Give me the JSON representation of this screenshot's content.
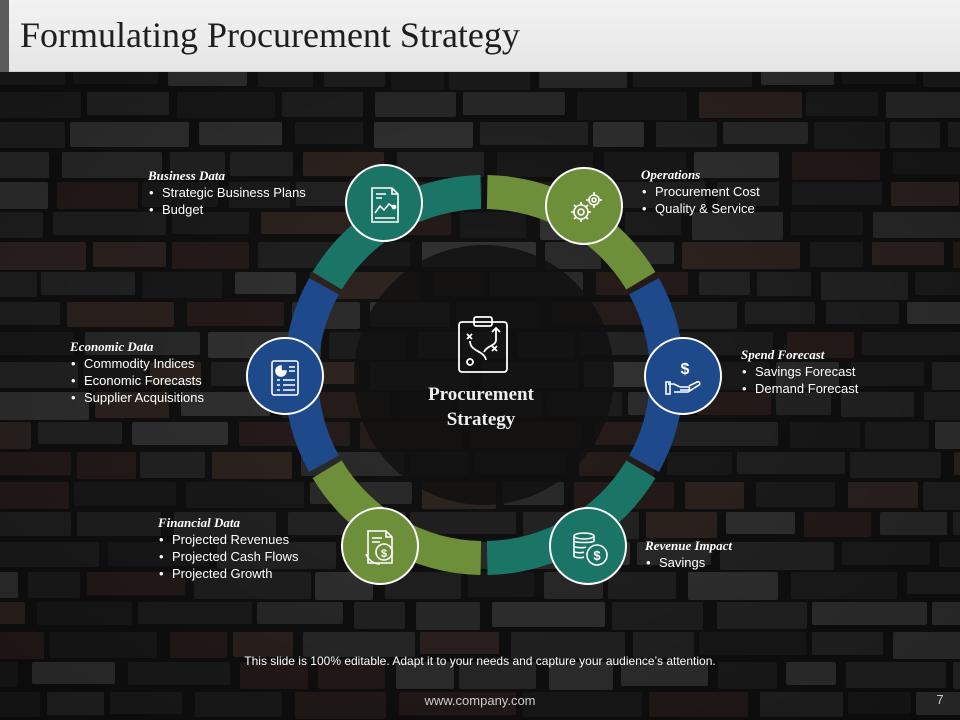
{
  "slide": {
    "title": "Formulating Procurement Strategy",
    "center_label_line1": "Procurement",
    "center_label_line2": "Strategy",
    "footer_note": "This slide is 100% editable. Adapt it to your needs and capture your audience’s attention.",
    "footer_url": "www.company.com",
    "page_number": "7"
  },
  "colors": {
    "green": "#6e8f3a",
    "teal": "#1b7566",
    "blue": "#1e4a8c",
    "title_bar": "#ececec",
    "title_accent": "#5a5a5a"
  },
  "segments": [
    {
      "name": "operations",
      "color": "#6e8f3a",
      "icon": "gears-icon"
    },
    {
      "name": "spend-forecast",
      "color": "#1e4a8c",
      "icon": "dollar-hand-icon"
    },
    {
      "name": "revenue-impact",
      "color": "#1b7566",
      "icon": "coins-icon"
    },
    {
      "name": "financial-data",
      "color": "#6e8f3a",
      "icon": "document-coin-icon"
    },
    {
      "name": "economic-data",
      "color": "#1e4a8c",
      "icon": "report-chart-icon"
    },
    {
      "name": "business-data",
      "color": "#1b7566",
      "icon": "document-chart-icon"
    }
  ],
  "blocks": {
    "business_data": {
      "heading": "Business Data",
      "items": [
        "Strategic Business Plans",
        "Budget"
      ]
    },
    "operations": {
      "heading": "Operations",
      "items": [
        "Procurement Cost",
        "Quality & Service"
      ]
    },
    "economic_data": {
      "heading": "Economic Data",
      "items": [
        "Commodity Indices",
        "Economic Forecasts",
        "Supplier Acquisitions"
      ]
    },
    "spend_forecast": {
      "heading": "Spend Forecast",
      "items": [
        "Savings Forecast",
        "Demand Forecast"
      ]
    },
    "financial_data": {
      "heading": "Financial Data",
      "items": [
        "Projected Revenues",
        "Projected Cash Flows",
        "Projected Growth"
      ]
    },
    "revenue_impact": {
      "heading": "Revenue Impact",
      "items": [
        "Savings"
      ]
    }
  }
}
